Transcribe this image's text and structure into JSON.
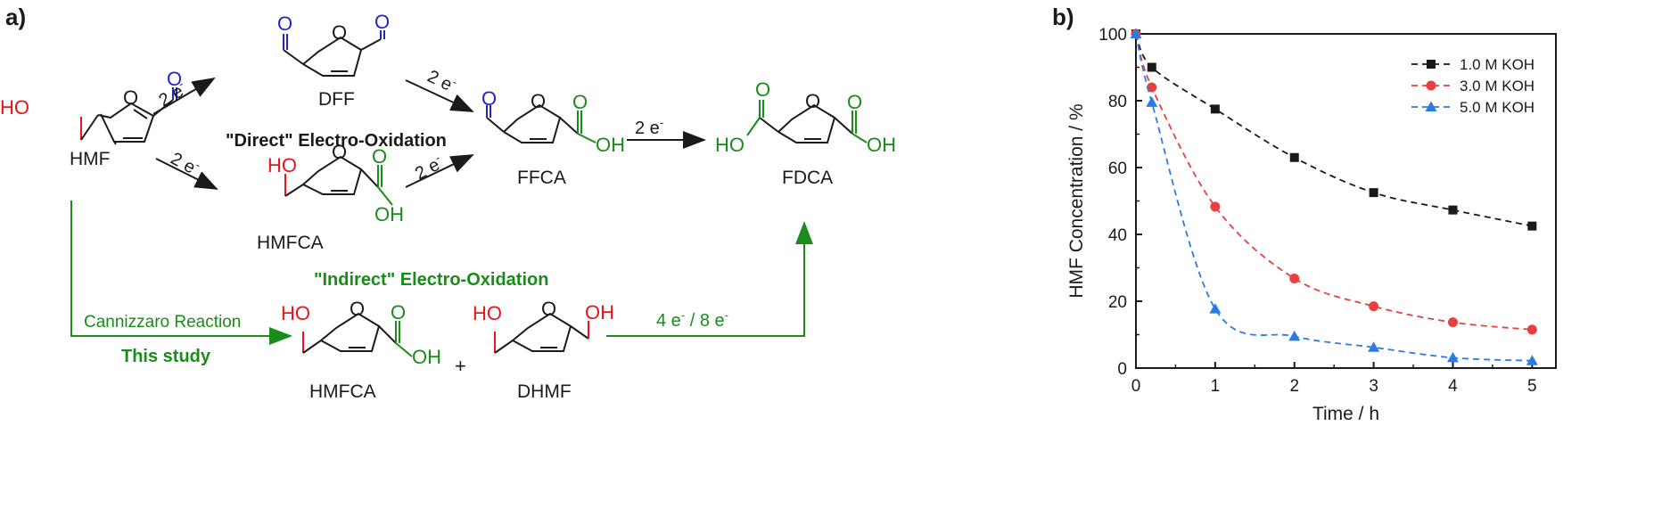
{
  "scheme": {
    "panel_label": "a)",
    "compounds": {
      "hmf": "HMF",
      "dff": "DFF",
      "hmfca_top": "HMFCA",
      "ffca": "FFCA",
      "fdca": "FDCA",
      "hmfca_bottom": "HMFCA",
      "dhmf": "DHMF"
    },
    "atoms": {
      "ho": "HO",
      "o": "O",
      "oh": "OH"
    },
    "arrows": {
      "two_e": "2 e",
      "two_e_sup": "-",
      "four_eight": "4 e",
      "four_eight_mid": " / 8 e",
      "sup": "-"
    },
    "headings": {
      "direct": "\"Direct\" Electro-Oxidation",
      "indirect": "\"Indirect\" Electro-Oxidation",
      "cannizzaro": "Cannizzaro Reaction",
      "this_study": "This study",
      "plus": "+"
    },
    "colors": {
      "red": "#e8161b",
      "blue": "#2424c8",
      "green": "#1a8c1a",
      "black": "#1a1a1a"
    }
  },
  "chart_data": {
    "panel_label": "b)",
    "type": "line",
    "xlabel": "Time / h",
    "ylabel": "HMF Concentration / %",
    "xlim": [
      0,
      5.3
    ],
    "ylim": [
      0,
      100
    ],
    "xticks": [
      0,
      1,
      2,
      3,
      4,
      5
    ],
    "yticks": [
      0,
      20,
      40,
      60,
      80,
      100
    ],
    "legend_position": "top-right",
    "series": [
      {
        "name": "1.0 M KOH",
        "color": "#1a1a1a",
        "marker": "square",
        "x": [
          0,
          0.2,
          1,
          2,
          3,
          4,
          5
        ],
        "y": [
          100,
          90,
          77.5,
          63,
          52.5,
          47.3,
          42.5
        ]
      },
      {
        "name": "3.0 M KOH",
        "color": "#e84040",
        "marker": "circle",
        "x": [
          0,
          0.2,
          1,
          2,
          3,
          4,
          5
        ],
        "y": [
          100,
          84,
          48.3,
          26.8,
          18.5,
          13.7,
          11.5
        ]
      },
      {
        "name": "5.0 M KOH",
        "color": "#2e7be0",
        "marker": "triangle",
        "x": [
          0,
          0.2,
          1,
          2,
          3,
          4,
          5
        ],
        "y": [
          100,
          79.5,
          17.7,
          9.5,
          6.2,
          3.1,
          2.2
        ]
      }
    ]
  }
}
